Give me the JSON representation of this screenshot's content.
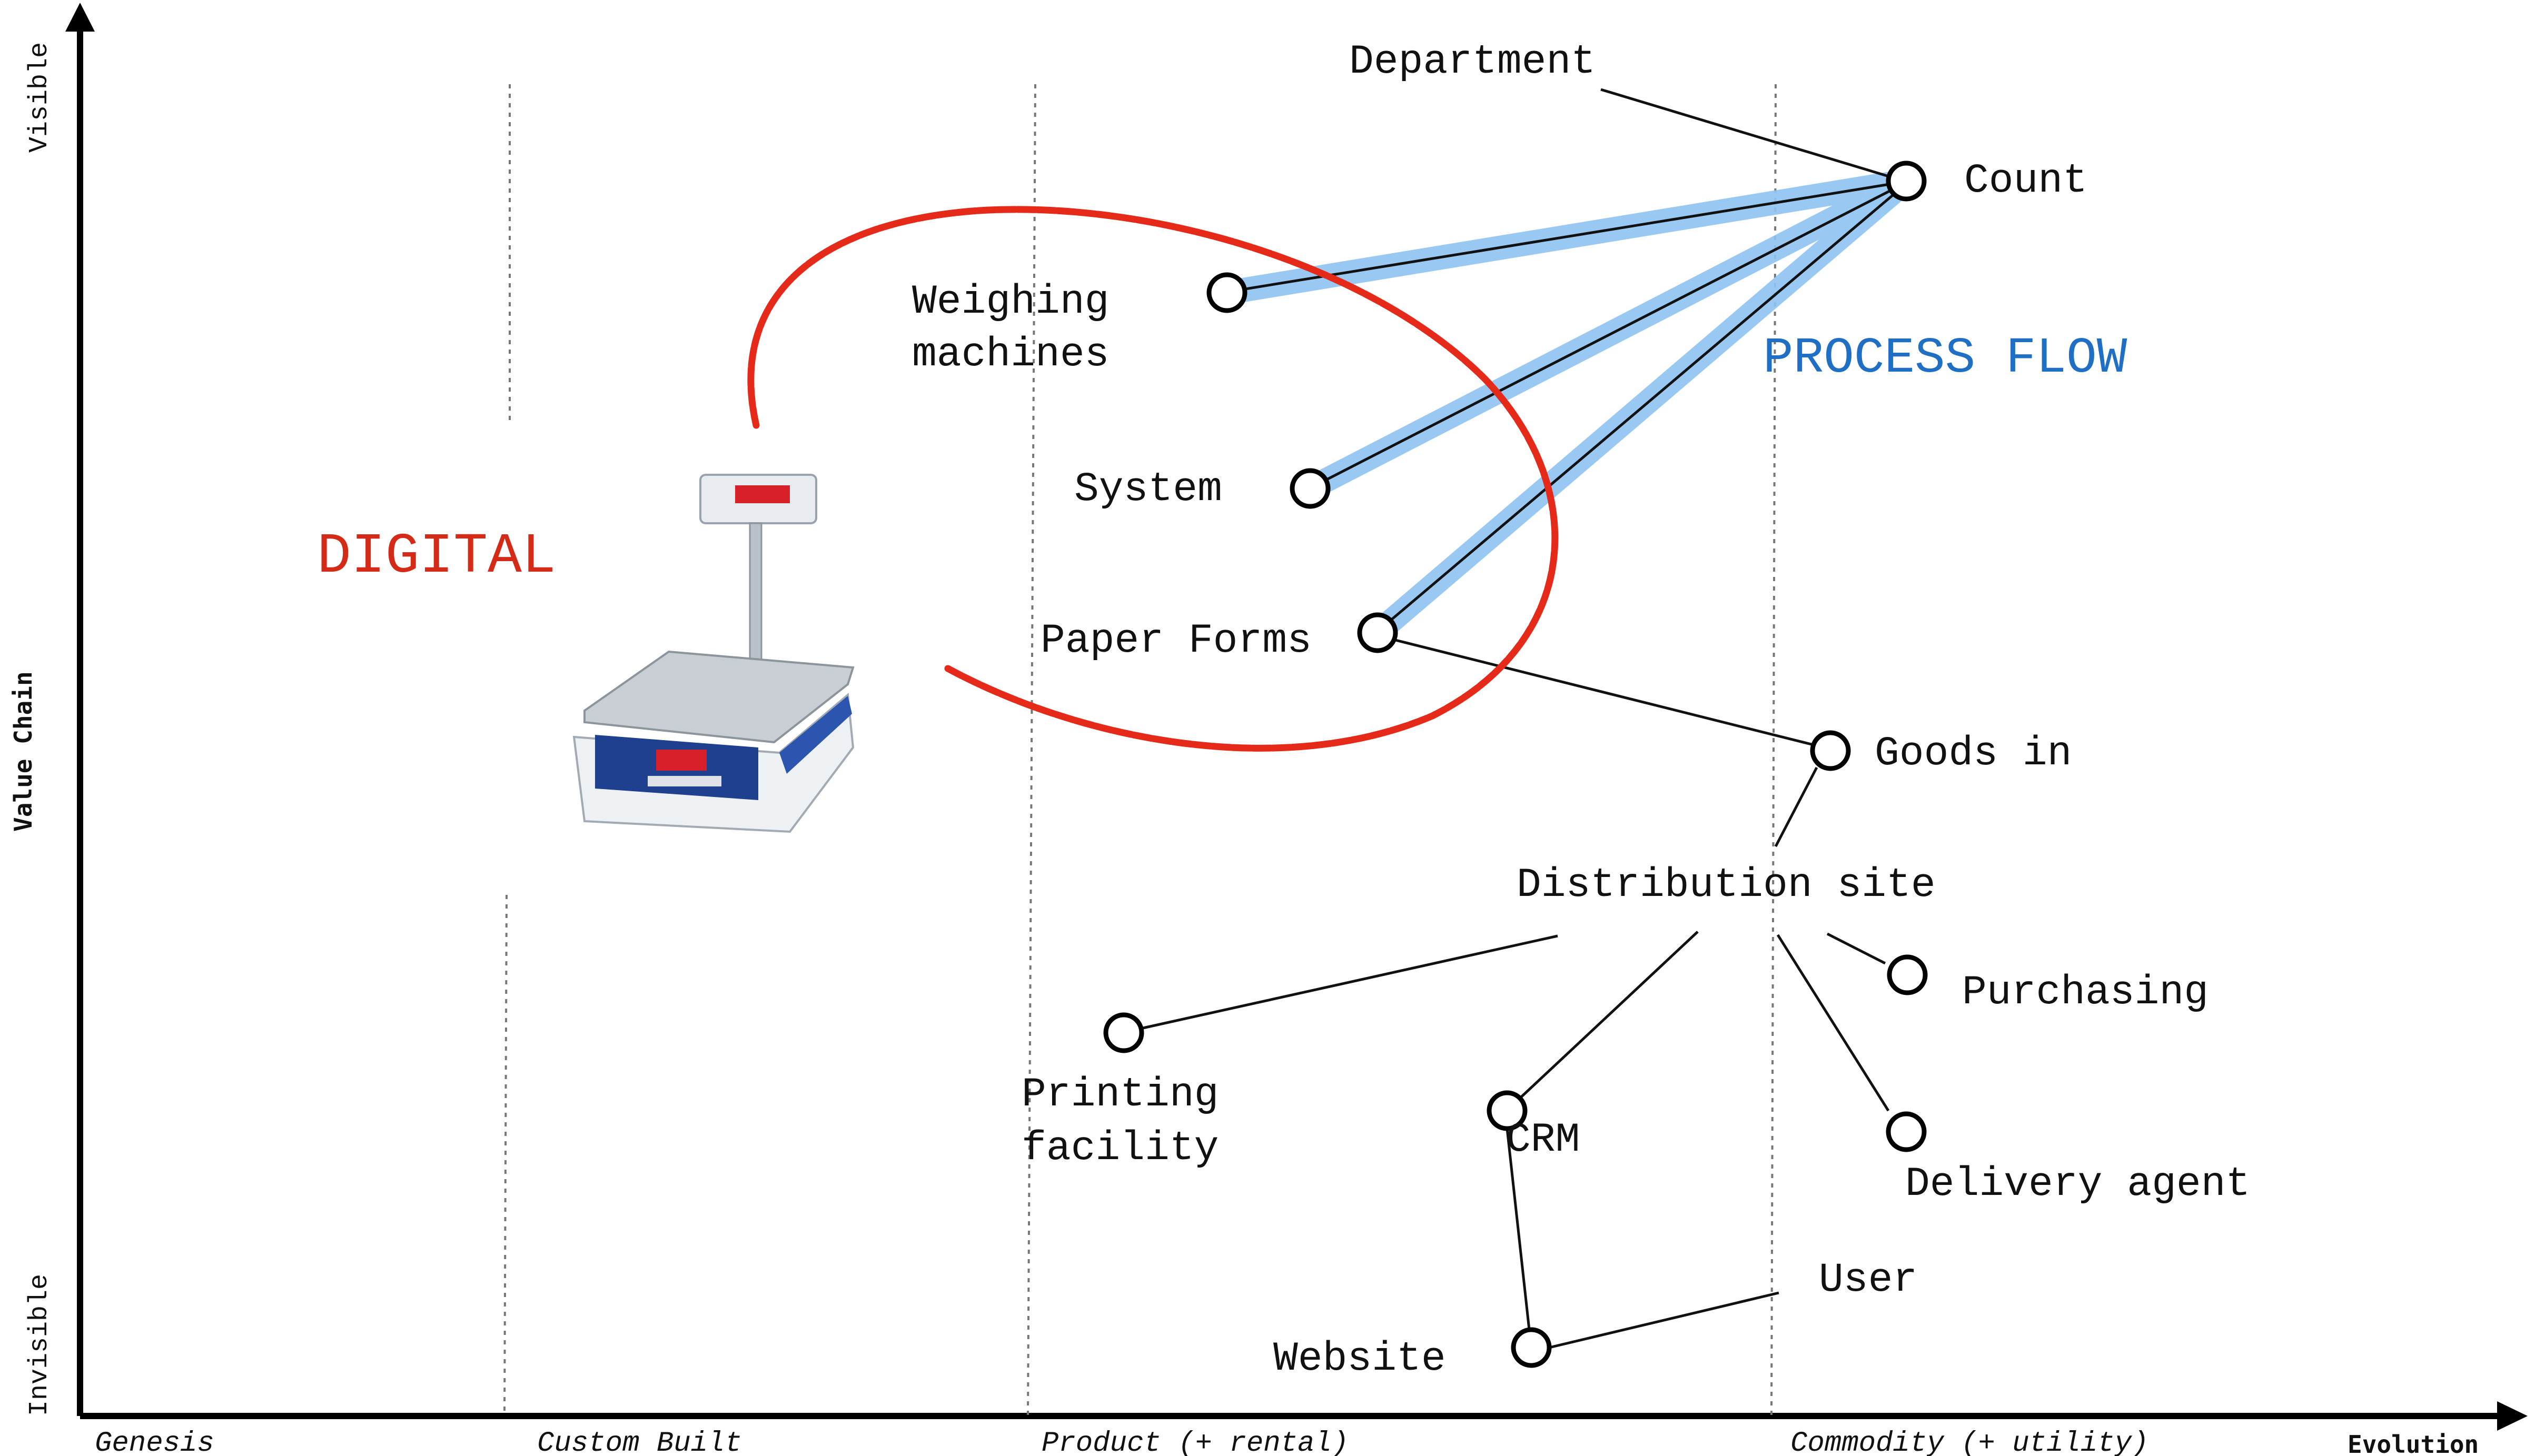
{
  "axes": {
    "y_title": "Value Chain",
    "y_top": "Visible",
    "y_bottom": "Invisible",
    "x_title": "Evolution"
  },
  "stages": [
    "Genesis",
    "Custom Built",
    "Product (+ rental)",
    "Commodity (+ utility)"
  ],
  "annotations": {
    "digital": "DIGITAL",
    "process_flow": "PROCESS FLOW",
    "digital_color": "#d42a18",
    "process_flow_color": "#1f6fc5"
  },
  "nodes": {
    "department": "Department",
    "count": "Count",
    "weighing_machines_line1": "Weighing",
    "weighing_machines_line2": "machines",
    "system": "System",
    "paper_forms": "Paper Forms",
    "goods_in": "Goods in",
    "distribution_site": "Distribution site",
    "purchasing": "Purchasing",
    "printing_facility_line1": "Printing",
    "printing_facility_line2": "facility",
    "crm": "CRM",
    "delivery_agent": "Delivery agent",
    "user": "User",
    "website": "Website"
  },
  "image": {
    "subject": "weighing-scale-photo",
    "display_color": "#d8202a",
    "panel_color": "#1f3f8f"
  }
}
